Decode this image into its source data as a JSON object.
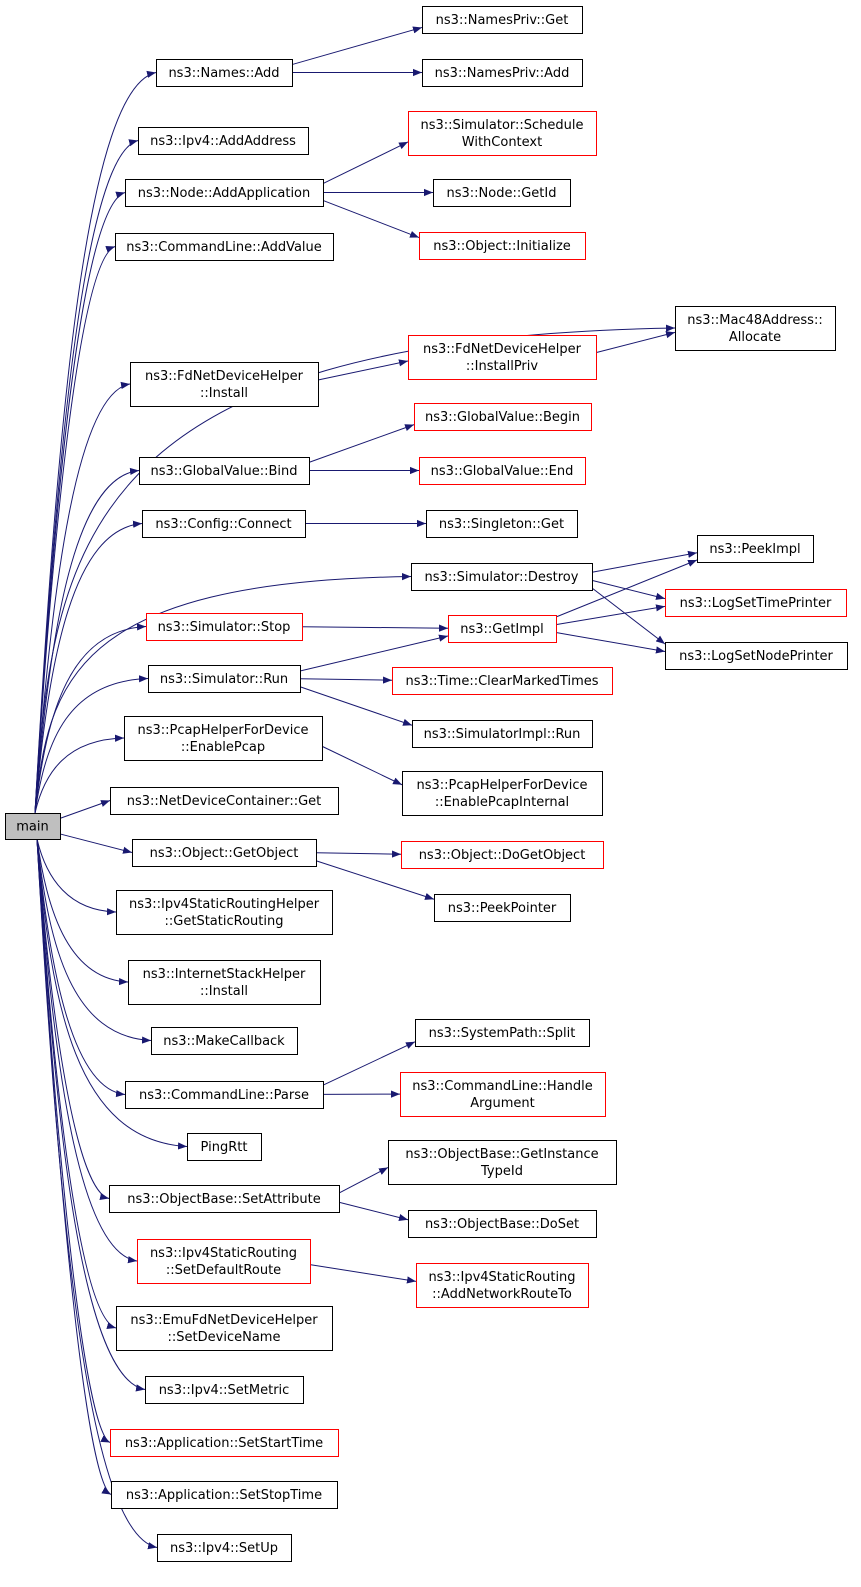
{
  "colors": {
    "edge": "#191970",
    "border": "#000000",
    "highlight_border": "#ff0000",
    "root_fill": "#bfbfbf"
  },
  "nodes": [
    {
      "id": "main",
      "lines": [
        "main"
      ],
      "style": "root"
    },
    {
      "id": "names_add",
      "lines": [
        "ns3::Names::Add"
      ],
      "style": "normal"
    },
    {
      "id": "namespriv_get",
      "lines": [
        "ns3::NamesPriv::Get"
      ],
      "style": "normal"
    },
    {
      "id": "namespriv_add",
      "lines": [
        "ns3::NamesPriv::Add"
      ],
      "style": "normal"
    },
    {
      "id": "ipv4_addaddress",
      "lines": [
        "ns3::Ipv4::AddAddress"
      ],
      "style": "normal"
    },
    {
      "id": "sim_schedwithctx",
      "lines": [
        "ns3::Simulator::Schedule",
        "WithContext"
      ],
      "style": "red"
    },
    {
      "id": "node_addapp",
      "lines": [
        "ns3::Node::AddApplication"
      ],
      "style": "normal"
    },
    {
      "id": "node_getid",
      "lines": [
        "ns3::Node::GetId"
      ],
      "style": "normal"
    },
    {
      "id": "object_initialize",
      "lines": [
        "ns3::Object::Initialize"
      ],
      "style": "red"
    },
    {
      "id": "cmdline_addvalue",
      "lines": [
        "ns3::CommandLine::AddValue"
      ],
      "style": "normal"
    },
    {
      "id": "mac48_allocate",
      "lines": [
        "ns3::Mac48Address::",
        "Allocate"
      ],
      "style": "normal"
    },
    {
      "id": "fdnet_installpriv",
      "lines": [
        "ns3::FdNetDeviceHelper",
        "::InstallPriv"
      ],
      "style": "red"
    },
    {
      "id": "fdnet_install",
      "lines": [
        "ns3::FdNetDeviceHelper",
        "::Install"
      ],
      "style": "normal"
    },
    {
      "id": "gv_begin",
      "lines": [
        "ns3::GlobalValue::Begin"
      ],
      "style": "red"
    },
    {
      "id": "gv_bind",
      "lines": [
        "ns3::GlobalValue::Bind"
      ],
      "style": "normal"
    },
    {
      "id": "gv_end",
      "lines": [
        "ns3::GlobalValue::End"
      ],
      "style": "red"
    },
    {
      "id": "config_connect",
      "lines": [
        "ns3::Config::Connect"
      ],
      "style": "normal"
    },
    {
      "id": "singleton_get",
      "lines": [
        "ns3::Singleton::Get"
      ],
      "style": "normal"
    },
    {
      "id": "peekimpl",
      "lines": [
        "ns3::PeekImpl"
      ],
      "style": "normal"
    },
    {
      "id": "sim_destroy",
      "lines": [
        "ns3::Simulator::Destroy"
      ],
      "style": "normal"
    },
    {
      "id": "logsettimeprinter",
      "lines": [
        "ns3::LogSetTimePrinter"
      ],
      "style": "red"
    },
    {
      "id": "sim_stop",
      "lines": [
        "ns3::Simulator::Stop"
      ],
      "style": "red"
    },
    {
      "id": "getimpl",
      "lines": [
        "ns3::GetImpl"
      ],
      "style": "red"
    },
    {
      "id": "logsetnodeprinter",
      "lines": [
        "ns3::LogSetNodePrinter"
      ],
      "style": "normal"
    },
    {
      "id": "sim_run",
      "lines": [
        "ns3::Simulator::Run"
      ],
      "style": "normal"
    },
    {
      "id": "time_clearmarked",
      "lines": [
        "ns3::Time::ClearMarkedTimes"
      ],
      "style": "red"
    },
    {
      "id": "simimpl_run",
      "lines": [
        "ns3::SimulatorImpl::Run"
      ],
      "style": "normal"
    },
    {
      "id": "pcap_enablepcap",
      "lines": [
        "ns3::PcapHelperForDevice",
        "::EnablePcap"
      ],
      "style": "normal"
    },
    {
      "id": "pcap_enablepcapinternal",
      "lines": [
        "ns3::PcapHelperForDevice",
        "::EnablePcapInternal"
      ],
      "style": "normal"
    },
    {
      "id": "ndc_get",
      "lines": [
        "ns3::NetDeviceContainer::Get"
      ],
      "style": "normal"
    },
    {
      "id": "object_getobject",
      "lines": [
        "ns3::Object::GetObject"
      ],
      "style": "normal"
    },
    {
      "id": "object_dogetobject",
      "lines": [
        "ns3::Object::DoGetObject"
      ],
      "style": "red"
    },
    {
      "id": "peekpointer",
      "lines": [
        "ns3::PeekPointer"
      ],
      "style": "normal"
    },
    {
      "id": "ipv4srh_getstatic",
      "lines": [
        "ns3::Ipv4StaticRoutingHelper",
        "::GetStaticRouting"
      ],
      "style": "normal"
    },
    {
      "id": "ish_install",
      "lines": [
        "ns3::InternetStackHelper",
        "::Install"
      ],
      "style": "normal"
    },
    {
      "id": "makecallback",
      "lines": [
        "ns3::MakeCallback"
      ],
      "style": "normal"
    },
    {
      "id": "syspath_split",
      "lines": [
        "ns3::SystemPath::Split"
      ],
      "style": "normal"
    },
    {
      "id": "cmdline_parse",
      "lines": [
        "ns3::CommandLine::Parse"
      ],
      "style": "normal"
    },
    {
      "id": "cmdline_handlearg",
      "lines": [
        "ns3::CommandLine::Handle",
        "Argument"
      ],
      "style": "red"
    },
    {
      "id": "pingrtt",
      "lines": [
        "PingRtt"
      ],
      "style": "normal"
    },
    {
      "id": "ob_getinstancetypeid",
      "lines": [
        "ns3::ObjectBase::GetInstance",
        "TypeId"
      ],
      "style": "normal"
    },
    {
      "id": "ob_setattribute",
      "lines": [
        "ns3::ObjectBase::SetAttribute"
      ],
      "style": "normal"
    },
    {
      "id": "ob_doset",
      "lines": [
        "ns3::ObjectBase::DoSet"
      ],
      "style": "normal"
    },
    {
      "id": "ipv4sr_setdefault",
      "lines": [
        "ns3::Ipv4StaticRouting",
        "::SetDefaultRoute"
      ],
      "style": "red"
    },
    {
      "id": "ipv4sr_addnetroute",
      "lines": [
        "ns3::Ipv4StaticRouting",
        "::AddNetworkRouteTo"
      ],
      "style": "red"
    },
    {
      "id": "emufd_setdevicename",
      "lines": [
        "ns3::EmuFdNetDeviceHelper",
        "::SetDeviceName"
      ],
      "style": "normal"
    },
    {
      "id": "ipv4_setmetric",
      "lines": [
        "ns3::Ipv4::SetMetric"
      ],
      "style": "normal"
    },
    {
      "id": "app_setstart",
      "lines": [
        "ns3::Application::SetStartTime"
      ],
      "style": "red"
    },
    {
      "id": "app_setstop",
      "lines": [
        "ns3::Application::SetStopTime"
      ],
      "style": "normal"
    },
    {
      "id": "ipv4_setup",
      "lines": [
        "ns3::Ipv4::SetUp"
      ],
      "style": "normal"
    }
  ],
  "edges": [
    [
      "main",
      "names_add"
    ],
    [
      "main",
      "ipv4_addaddress"
    ],
    [
      "main",
      "node_addapp"
    ],
    [
      "main",
      "cmdline_addvalue"
    ],
    [
      "main",
      "mac48_allocate"
    ],
    [
      "main",
      "fdnet_install"
    ],
    [
      "main",
      "gv_bind"
    ],
    [
      "main",
      "config_connect"
    ],
    [
      "main",
      "sim_destroy"
    ],
    [
      "main",
      "sim_stop"
    ],
    [
      "main",
      "sim_run"
    ],
    [
      "main",
      "pcap_enablepcap"
    ],
    [
      "main",
      "ndc_get"
    ],
    [
      "main",
      "object_getobject"
    ],
    [
      "main",
      "ipv4srh_getstatic"
    ],
    [
      "main",
      "ish_install"
    ],
    [
      "main",
      "makecallback"
    ],
    [
      "main",
      "cmdline_parse"
    ],
    [
      "main",
      "pingrtt"
    ],
    [
      "main",
      "ob_setattribute"
    ],
    [
      "main",
      "ipv4sr_setdefault"
    ],
    [
      "main",
      "emufd_setdevicename"
    ],
    [
      "main",
      "ipv4_setmetric"
    ],
    [
      "main",
      "app_setstart"
    ],
    [
      "main",
      "app_setstop"
    ],
    [
      "main",
      "ipv4_setup"
    ],
    [
      "names_add",
      "namespriv_get"
    ],
    [
      "names_add",
      "namespriv_add"
    ],
    [
      "node_addapp",
      "sim_schedwithctx"
    ],
    [
      "node_addapp",
      "node_getid"
    ],
    [
      "node_addapp",
      "object_initialize"
    ],
    [
      "fdnet_install",
      "fdnet_installpriv"
    ],
    [
      "fdnet_installpriv",
      "mac48_allocate"
    ],
    [
      "gv_bind",
      "gv_begin"
    ],
    [
      "gv_bind",
      "gv_end"
    ],
    [
      "config_connect",
      "singleton_get"
    ],
    [
      "sim_destroy",
      "peekimpl"
    ],
    [
      "sim_destroy",
      "logsettimeprinter"
    ],
    [
      "sim_destroy",
      "logsetnodeprinter"
    ],
    [
      "sim_stop",
      "getimpl"
    ],
    [
      "getimpl",
      "peekimpl"
    ],
    [
      "getimpl",
      "logsettimeprinter"
    ],
    [
      "getimpl",
      "logsetnodeprinter"
    ],
    [
      "sim_run",
      "getimpl"
    ],
    [
      "sim_run",
      "time_clearmarked"
    ],
    [
      "sim_run",
      "simimpl_run"
    ],
    [
      "pcap_enablepcap",
      "pcap_enablepcapinternal"
    ],
    [
      "object_getobject",
      "object_dogetobject"
    ],
    [
      "object_getobject",
      "peekpointer"
    ],
    [
      "cmdline_parse",
      "syspath_split"
    ],
    [
      "cmdline_parse",
      "cmdline_handlearg"
    ],
    [
      "ob_setattribute",
      "ob_getinstancetypeid"
    ],
    [
      "ob_setattribute",
      "ob_doset"
    ],
    [
      "ipv4sr_setdefault",
      "ipv4sr_addnetroute"
    ]
  ]
}
